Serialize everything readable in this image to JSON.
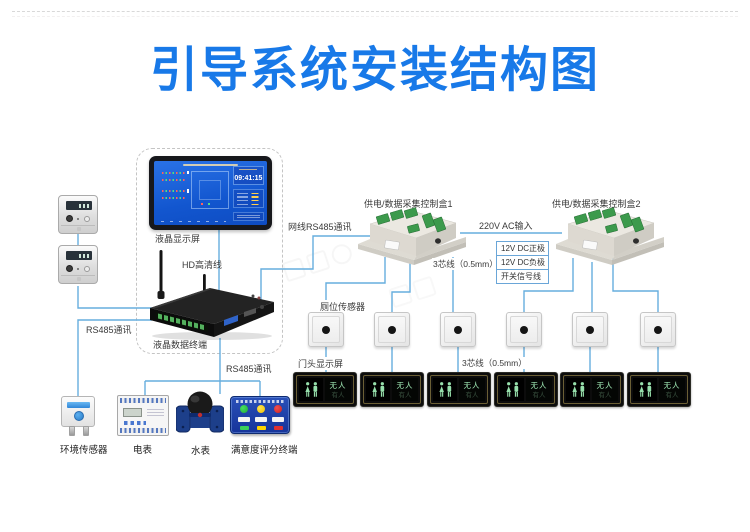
{
  "title": "引导系统安装结构图",
  "labels": {
    "lcd_display": "液晶显示屏",
    "hd_cable": "HD高清线",
    "lcd_terminal": "液晶数据终端",
    "rs485_left": "RS485通讯",
    "rs485_bottom": "RS485通讯",
    "net_rs485": "网线RS485通讯",
    "ac_input": "220V AC输入",
    "box1": "供电/数据采集控制盒1",
    "box2": "供电/数据采集控制盒2",
    "core3_top": "3芯线（0.5mm）",
    "core3_bottom": "3芯线（0.5mm）",
    "dc_pos": "12V DC正极",
    "dc_neg": "12V DC负极",
    "signal_wire": "开关信号线",
    "stall_sensor": "厕位传感器",
    "door_display": "门头显示屏",
    "env_sensor": "环境传感器",
    "elec_meter": "电表",
    "water_meter": "水表",
    "satisfaction": "满意度评分终端"
  },
  "screen": {
    "time": "09:41:15"
  },
  "display_panel": {
    "vacant": "无人",
    "occupied": "有人"
  },
  "colors": {
    "accent_blue": "#1879e8",
    "line_blue": "#66aede"
  }
}
